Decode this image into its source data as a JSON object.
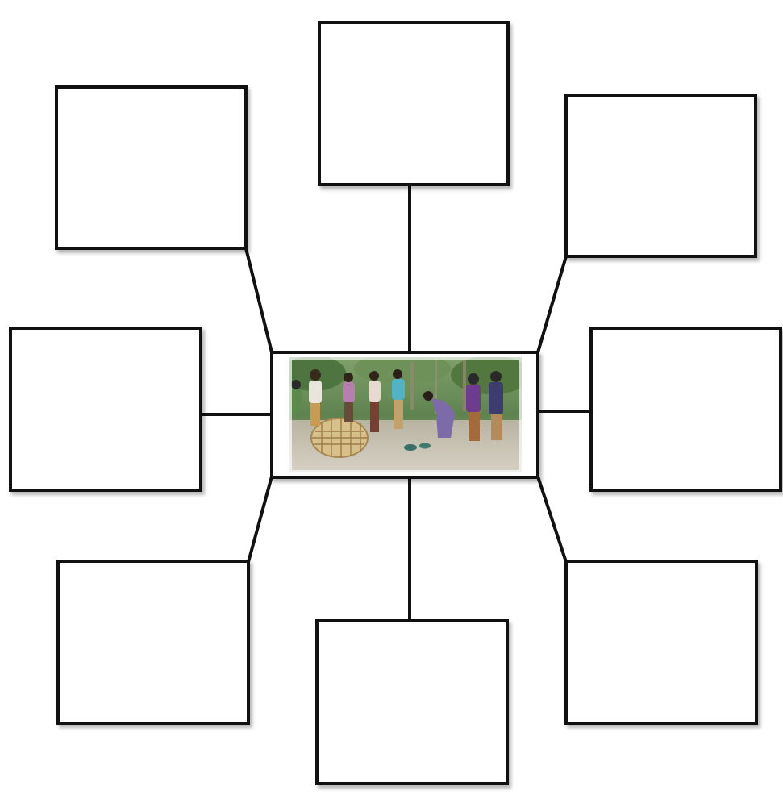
{
  "diagram": {
    "type": "spider-map",
    "center": {
      "content": "photograph",
      "description_icon": "photo-group-of-people-with-bamboo-cages-icon"
    },
    "branches": [
      {
        "id": "top",
        "text": ""
      },
      {
        "id": "upper-left",
        "text": ""
      },
      {
        "id": "upper-right",
        "text": ""
      },
      {
        "id": "left",
        "text": ""
      },
      {
        "id": "right",
        "text": ""
      },
      {
        "id": "lower-left",
        "text": ""
      },
      {
        "id": "bottom",
        "text": ""
      },
      {
        "id": "lower-right",
        "text": ""
      }
    ],
    "colors": {
      "border": "#111111",
      "background": "#ffffff",
      "connector": "#111111"
    }
  }
}
